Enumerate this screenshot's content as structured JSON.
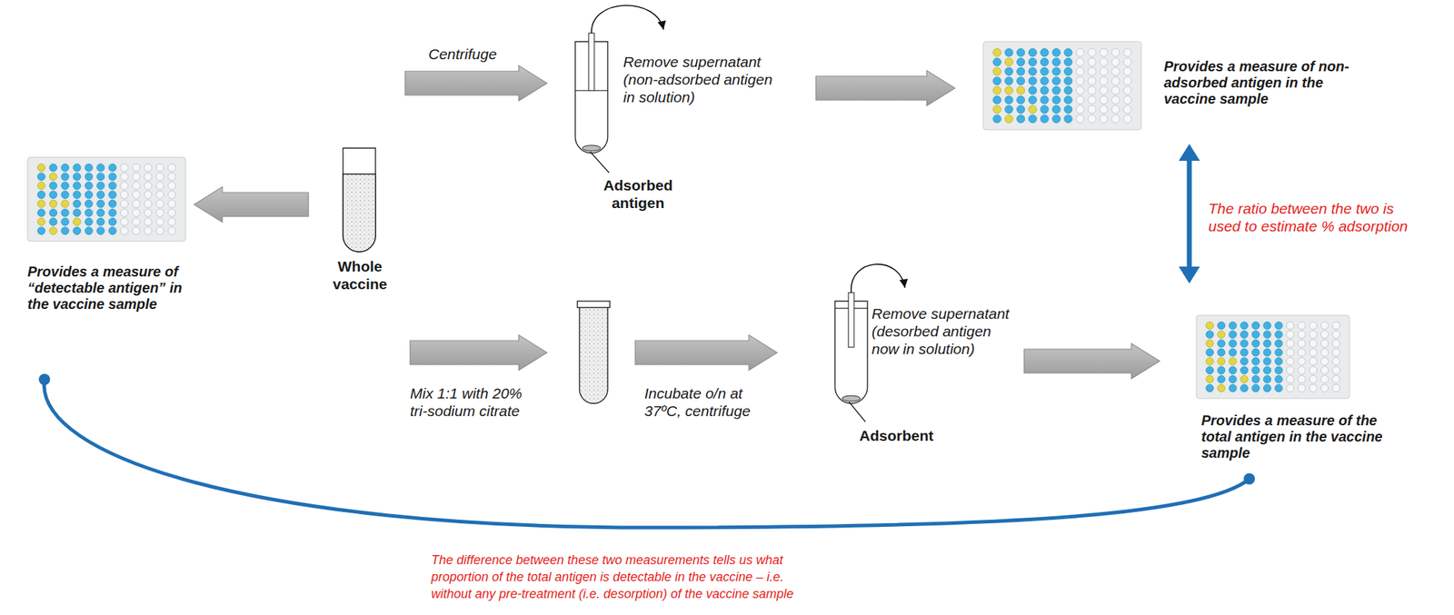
{
  "diagram": {
    "nodes": [
      {
        "text": [
          "Provides a measure of “detectable antigen” in the vaccine sample"
        ]
      },
      {
        "text": [
          "Whole vaccine"
        ]
      },
      {
        "text": [
          "Remove supernatant (non-adsorbed antigen in solution)",
          "Adsorbed antigen"
        ]
      },
      {
        "text": [
          "Provides a measure of non-adsorbed antigen in the vaccine sample"
        ]
      },
      {
        "text": [
          "Remove supernatant (desorbed antigen now in solution)",
          "Adsorbent"
        ]
      },
      {
        "text": [
          "Provides a measure of the total antigen in the vaccine sample"
        ]
      }
    ],
    "edges": [
      {
        "from": 1,
        "to": 0,
        "arrow": "to"
      },
      {
        "from": 1,
        "to": 2,
        "arrow": "to",
        "label": "Centrifuge"
      },
      {
        "from": 1,
        "to": 4,
        "arrow": "to"
      },
      {
        "from": 2,
        "to": 3,
        "arrow": "to"
      },
      {
        "from": 4,
        "to": 5,
        "arrow": "to"
      },
      {
        "from": 3,
        "to": 5,
        "arrow": "both"
      },
      {
        "from": 0,
        "to": 5,
        "arrow": "none"
      }
    ],
    "labels": [
      "Mix 1:1 with 20% tri-sodium citrate",
      "Incubate o/n at 37ºC, centrifuge",
      "The ratio between the two is used to estimate % adsorption",
      "The difference between these two measurements tells us what proportion of the total antigen is detectable in the vaccine – i.e. without any pre-treatment (i.e. desorption) of the vaccine sample"
    ]
  }
}
